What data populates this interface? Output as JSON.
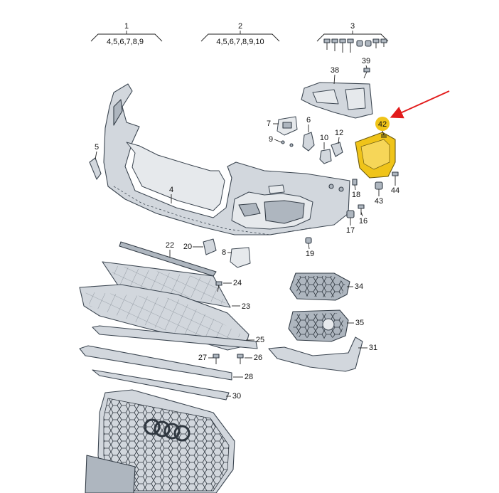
{
  "groups": [
    {
      "num": "1",
      "items": "4,5,6,7,8,9"
    },
    {
      "num": "2",
      "items": "4,5,6,7,8,9,10"
    },
    {
      "num": "3",
      "items": ""
    }
  ],
  "labels": {
    "p4": "4",
    "p5": "5",
    "p6": "6",
    "p7": "7",
    "p8": "8",
    "p9": "9",
    "p10": "10",
    "p12": "12",
    "p16": "16",
    "p17": "17",
    "p18": "18",
    "p19": "19",
    "p20": "20",
    "p22": "22",
    "p23": "23",
    "p24": "24",
    "p25": "25",
    "p26": "26",
    "p27": "27",
    "p28": "28",
    "p30": "30",
    "p31": "31",
    "p34": "34",
    "p35": "35",
    "p38": "38",
    "p39": "39",
    "p42": "42",
    "p43": "43",
    "p44": "44"
  },
  "colors": {
    "highlight": "#f0c419",
    "arrow": "#e21b1b",
    "part": "#d2d7dd",
    "outline": "#3d4752"
  }
}
